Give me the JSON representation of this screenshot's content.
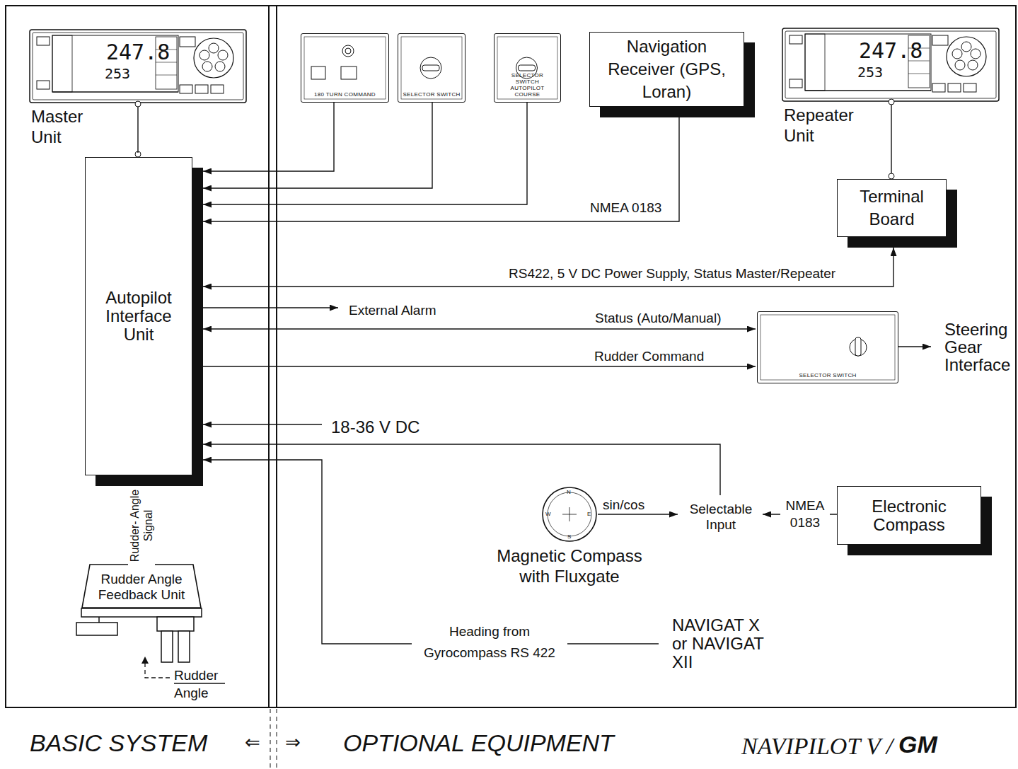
{
  "diagram": {
    "nodes": [
      {
        "text": [
          "Master Unit"
        ]
      },
      {
        "text": [
          "Autopilot Interface Unit"
        ]
      },
      {
        "text": [
          "Rudder Angle Feedback Unit"
        ]
      },
      {
        "text": [
          "180 TURN COMMAND"
        ]
      },
      {
        "text": [
          "SELECTOR SWITCH"
        ]
      },
      {
        "text": [
          "SELECTOR SWITCH AUTOPILOT COURSE"
        ]
      },
      {
        "text": [
          "Navigation Receiver (GPS, Loran)"
        ]
      },
      {
        "text": [
          "Repeater Unit"
        ]
      },
      {
        "text": [
          "Terminal Board"
        ]
      },
      {
        "text": [
          "SELECTOR SWITCH"
        ]
      },
      {
        "text": [
          "Steering Gear Interface"
        ]
      },
      {
        "text": [
          "Magnetic Compass with Fluxgate"
        ]
      },
      {
        "text": [
          "Selectable Input"
        ]
      },
      {
        "text": [
          "Electronic Compass"
        ]
      },
      {
        "text": [
          "NAVIGAT X or NAVIGAT XII"
        ]
      },
      {
        "text": [
          "External Alarm"
        ]
      },
      {
        "text": [
          "18-36 V DC"
        ]
      }
    ],
    "edges": [
      {
        "from": 0,
        "to": 1,
        "arrow": "none"
      },
      {
        "from": 3,
        "to": 1,
        "arrow": "to"
      },
      {
        "from": 4,
        "to": 1,
        "arrow": "to"
      },
      {
        "from": 5,
        "to": 1,
        "arrow": "to"
      },
      {
        "from": 6,
        "to": 1,
        "arrow": "to",
        "label": "NMEA 0183"
      },
      {
        "from": 1,
        "to": 8,
        "arrow": "both",
        "label": "RS422, 5 V DC Power Supply, Status Master/Repeater"
      },
      {
        "from": 7,
        "to": 8,
        "arrow": "none"
      },
      {
        "from": 1,
        "to": 15,
        "arrow": "to"
      },
      {
        "from": 1,
        "to": 9,
        "arrow": "both",
        "label": "Status (Auto/Manual)"
      },
      {
        "from": 1,
        "to": 9,
        "arrow": "to",
        "label": "Rudder Command"
      },
      {
        "from": 9,
        "to": 10,
        "arrow": "to"
      },
      {
        "from": 16,
        "to": 1,
        "arrow": "to"
      },
      {
        "from": 12,
        "to": 1,
        "arrow": "to"
      },
      {
        "from": 11,
        "to": 12,
        "arrow": "to",
        "label": "sin/cos"
      },
      {
        "from": 13,
        "to": 12,
        "arrow": "to",
        "label": "NMEA 0183"
      },
      {
        "from": 14,
        "to": 1,
        "arrow": "to",
        "label": "Heading from Gyrocompass RS 422"
      },
      {
        "from": 2,
        "to": 1,
        "arrow": "to",
        "label": "Rudder- Angle Signal"
      }
    ],
    "labels": [
      "247.8",
      "253",
      "247.8",
      "253",
      "N",
      "E",
      "S",
      "W",
      "Rudder Angle",
      "BASIC SYSTEM",
      "⇐",
      "⇒",
      "OPTIONAL EQUIPMENT",
      "NAVIPILOT V /",
      "GM"
    ]
  }
}
